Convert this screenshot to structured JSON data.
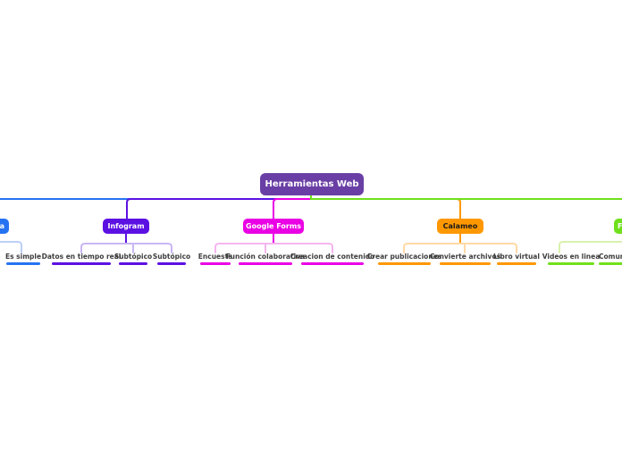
{
  "map": {
    "root": {
      "label": "Herramientas Web",
      "color": "#6a3fa5"
    }
  },
  "branches": [
    {
      "label": "a",
      "color": "#2673f2",
      "line_light": "#bcd0f7",
      "children": [
        {
          "label": "Es simple"
        }
      ]
    },
    {
      "label": "Infogram",
      "color": "#5c11e3",
      "line_light": "#c9b6f5",
      "children": [
        {
          "label": "Datos en tiempo real"
        },
        {
          "label": "Subtópico"
        },
        {
          "label": "Subtópico"
        }
      ]
    },
    {
      "label": "Google Forms",
      "color": "#ea00e4",
      "line_light": "#f6b5ef",
      "children": [
        {
          "label": "Encuesta"
        },
        {
          "label": "Función colaborativa"
        },
        {
          "label": "Creacion de contenido"
        }
      ]
    },
    {
      "label": "Calameo",
      "color": "#ff9800",
      "line_light": "#ffd9a6",
      "children": [
        {
          "label": "Crear publicaciones"
        },
        {
          "label": "Convierte archivos"
        },
        {
          "label": "Libro virtual"
        }
      ]
    },
    {
      "label": "F",
      "color": "#70e01c",
      "line_light": "#d9f2ae",
      "children": [
        {
          "label": "Videos en linea"
        },
        {
          "label": "Comuni"
        }
      ]
    }
  ]
}
